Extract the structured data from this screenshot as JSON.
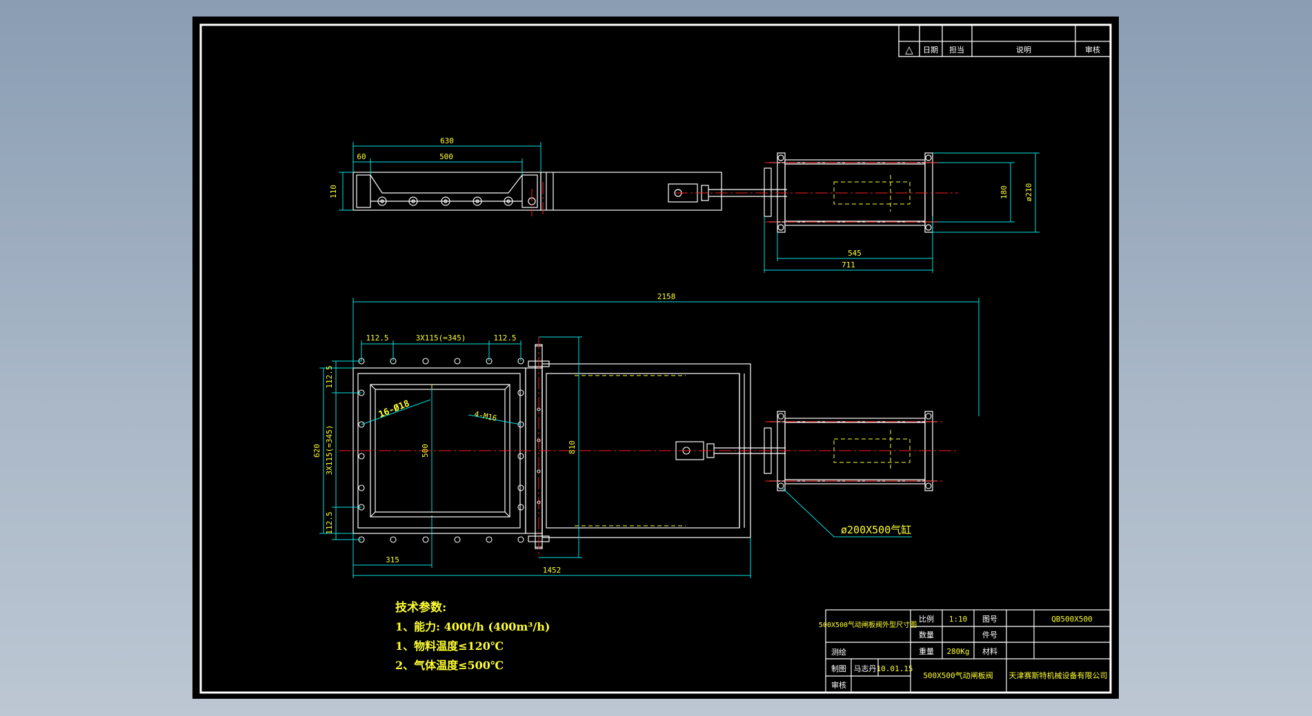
{
  "revision_table": {
    "headers": [
      "△",
      "日期",
      "担当",
      "说明",
      "审核"
    ]
  },
  "top_view": {
    "dims": {
      "overall_flange": "630",
      "flange_edge": "60",
      "opening": "500",
      "height": "110",
      "cylinder_length": "545",
      "cylinder_total": "711",
      "rod_spacing": "180",
      "cylinder_dia": "ø210"
    }
  },
  "front_view": {
    "dims": {
      "overall_length": "2158",
      "body_length": "1452",
      "half_body": "315",
      "bolt_edge_left": "112.5",
      "bolt_pitch": "3X115(=345)",
      "bolt_edge_right": "112.5",
      "height": "620",
      "opening_v": "500",
      "bolt_edge_top": "112.5",
      "bolt_pitch_v": "3X115(=345)",
      "bolt_edge_bottom": "112.5",
      "frame_height": "810"
    },
    "callouts": {
      "holes": "16-Ø18",
      "threads": "4-M16",
      "cylinder": "ø200X500气缸"
    }
  },
  "tech_params": {
    "title": "技术参数:",
    "lines": [
      "1、能力: 400t/h  (400m³/h)",
      "1、物料温度≤120℃",
      "2、气体温度≤500℃"
    ]
  },
  "title_block": {
    "drawing_title": "500X500气动闸板阀外型尺寸图",
    "scale_label": "比例",
    "scale_value": "1:10",
    "drawing_no_label": "图号",
    "drawing_no_value": "QB500X500",
    "qty_label": "数量",
    "part_no_label": "件号",
    "survey_label": "测绘",
    "weight_label": "重量",
    "weight_value": "280Kg",
    "material_label": "材料",
    "drafter_label": "制图",
    "drafter_name": "马志丹",
    "date": "10.01.15",
    "reviewer_label": "审核",
    "product_name": "500X500气动闸板阀",
    "company": "天津赛斯特机械设备有限公司"
  },
  "colors": {
    "background": "#000000",
    "frame": "#ffffff",
    "outline": "#ffffff",
    "dimension": "#00e5e5",
    "text": "#ffff33",
    "centerline": "#ff2020",
    "hidden": "#ffff33"
  }
}
